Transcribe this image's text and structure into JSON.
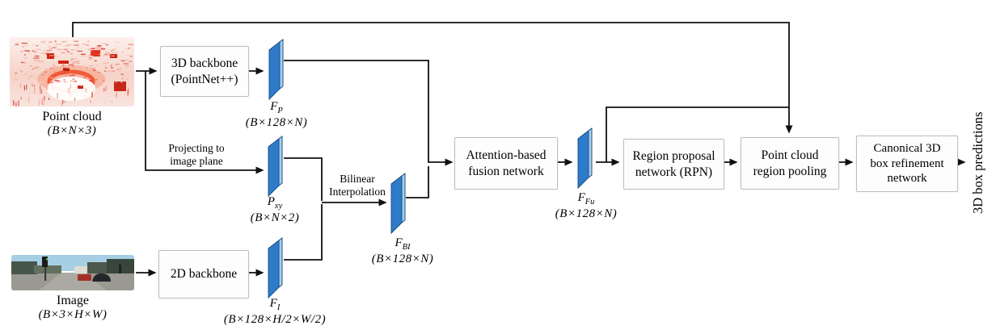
{
  "diagram": {
    "inputs": {
      "point_cloud": {
        "label": "Point cloud",
        "dims": "(B×N×3)"
      },
      "image": {
        "label": "Image",
        "dims": "(B×3×H×W)"
      }
    },
    "boxes": {
      "backbone3d": {
        "line1": "3D backbone",
        "line2": "(PointNet++)"
      },
      "backbone2d": {
        "line1": "2D backbone"
      },
      "fusion": {
        "line1": "Attention-based",
        "line2": "fusion network"
      },
      "rpn": {
        "line1": "Region proposal",
        "line2": "network (RPN)"
      },
      "pooling": {
        "line1": "Point cloud",
        "line2": "region pooling"
      },
      "refine": {
        "line1": "Canonical 3D",
        "line2": "box refinement",
        "line3": "network"
      }
    },
    "tensors": {
      "fp": {
        "base": "F",
        "sub": "P",
        "dims": "(B×128×N)"
      },
      "pxy": {
        "base": "P",
        "sub": "xy",
        "dims": "(B×N×2)"
      },
      "fi": {
        "base": "F",
        "sub": "I",
        "dims": "(B×128×H/2×W/2)"
      },
      "fbi": {
        "base": "F",
        "sub": "BI",
        "dims": "(B×128×N)"
      },
      "ffu": {
        "base": "F",
        "sub": "Fu",
        "dims": "(B×128×N)"
      }
    },
    "edge_labels": {
      "projecting": {
        "line1": "Projecting to",
        "line2": "image plane"
      },
      "bilinear": {
        "line1": "Bilinear",
        "line2": "Interpolation"
      }
    },
    "output": {
      "label": "3D box predictions"
    },
    "colors": {
      "tensor_face": "#2e7bc9",
      "tensor_edge": "#a9cdea",
      "tensor_outline": "#1c5288",
      "line": "#111111",
      "box_border": "#bdbdbd",
      "box_fill": "#fdfdfd"
    }
  }
}
